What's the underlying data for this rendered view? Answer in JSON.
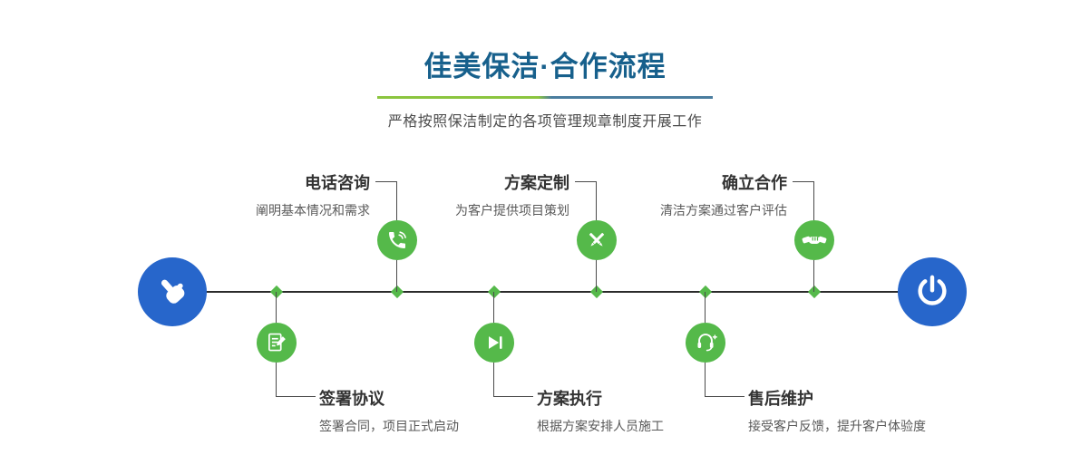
{
  "header": {
    "title": "佳美保洁·合作流程",
    "subtitle": "严格按照保洁制定的各项管理规章制度开展工作"
  },
  "colors": {
    "title_blue": "#17608c",
    "accent_green": "#55b94a",
    "node_blue": "#2766cb",
    "timeline_dark": "#2b2b2b",
    "underline_green": "#8bc53f",
    "underline_blue": "#4a7d9f"
  },
  "flow": {
    "start_node": {
      "icon": "pointing-hand-icon"
    },
    "end_node": {
      "icon": "power-icon"
    },
    "top_steps": [
      {
        "title": "电话咨询",
        "desc": "阐明基本情况和需求",
        "icon": "phone-icon"
      },
      {
        "title": "方案定制",
        "desc": "为客户提供项目策划",
        "icon": "design-pencil-icon"
      },
      {
        "title": "确立合作",
        "desc": "清洁方案通过客户评估",
        "icon": "handshake-icon"
      }
    ],
    "bottom_steps": [
      {
        "title": "签署协议",
        "desc": "签署合同，项目正式启动",
        "icon": "sign-document-icon"
      },
      {
        "title": "方案执行",
        "desc": "根据方案安排人员施工",
        "icon": "play-execute-icon"
      },
      {
        "title": "售后维护",
        "desc": "接受客户反馈，提升客户体验度",
        "icon": "headset-service-icon"
      }
    ]
  }
}
